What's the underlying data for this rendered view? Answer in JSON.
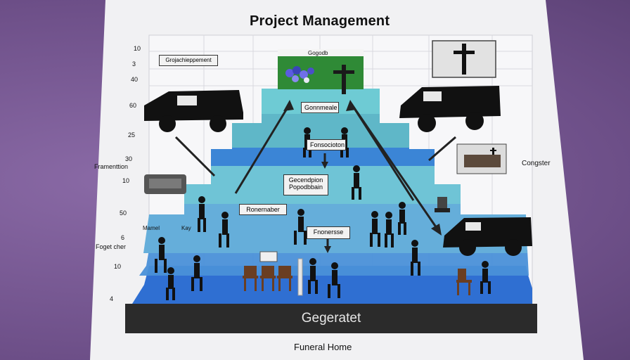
{
  "title": "Project Management",
  "y_ticks": [
    "10",
    "3",
    "40",
    "60",
    "25",
    "30",
    "10",
    "50",
    "6",
    "10",
    "4"
  ],
  "side_labels": {
    "left_fram": "Framenttion",
    "left_foget": "Foget cher",
    "left_mamel": "Mamel",
    "left_kay": "Kay",
    "right": "Congster"
  },
  "boxes": {
    "legend": "Grojachieppement",
    "top_flowers": "Gogodb",
    "gonnmeale": "Gonnmeale",
    "fonsociton": "Fonsocioton",
    "gecendpion": "Gecendpion Popodbbain",
    "ronemaber": "Ronernaber",
    "fnonerse": "Fnonersse"
  },
  "footer": {
    "bar_label": "Gegeratet",
    "caption": "Funeral Home"
  },
  "colors": {
    "tier_1": "#2f6fd2",
    "tier_2": "#4a90d8",
    "tier_3": "#65aeda",
    "tier_4": "#6fc4d6",
    "tier_5": "#5fb7c8",
    "green_block": "#2f8a36",
    "dark_bar": "#2b2b2b",
    "silhouette": "#111111"
  },
  "icons": [
    "cross-icon",
    "hearse-icon",
    "coffin-icon",
    "gravestone-icon",
    "chair-icon",
    "person-icon",
    "flower-icon",
    "urn-icon"
  ]
}
